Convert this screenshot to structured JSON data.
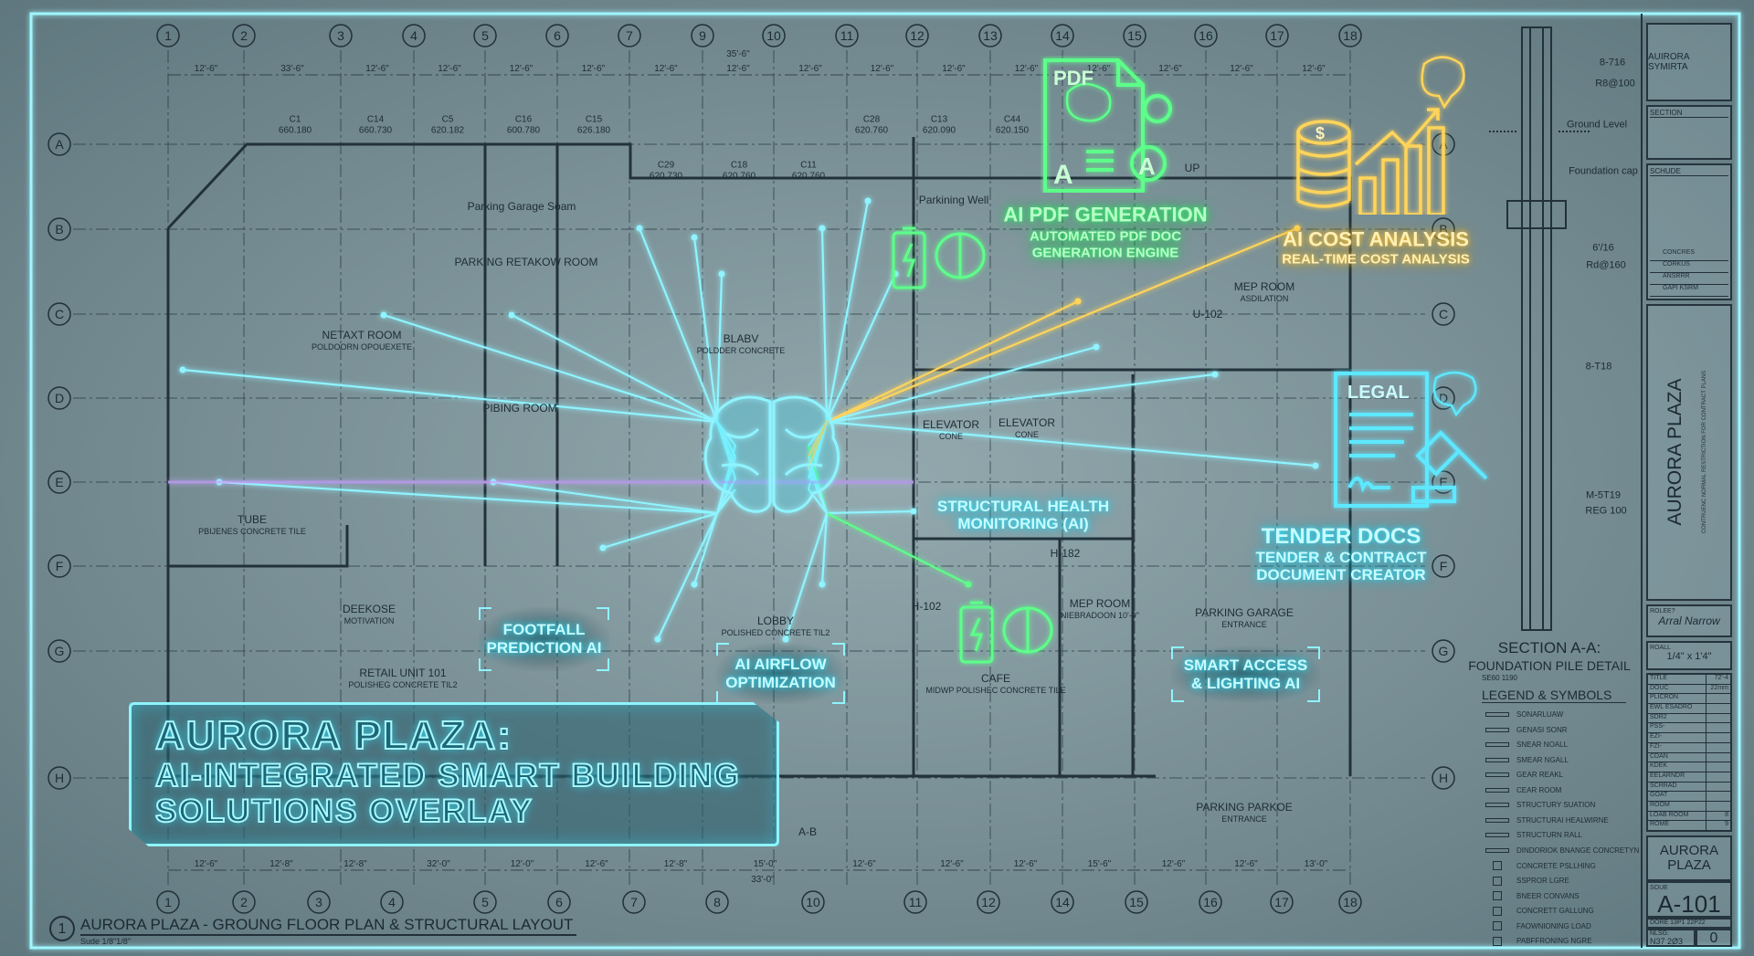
{
  "overlay_title": {
    "line1": "AURORA PLAZA:",
    "line2": "AI-INTEGRATED SMART BUILDING",
    "line3": "SOLUTIONS OVERLAY"
  },
  "drawing_caption": {
    "number": "1",
    "title": "AURORA PLAZA - GROUNG FLOOR PLAN & STRUCTURAL LAYOUT",
    "scale": "Sude 1/8\"1/8\""
  },
  "grid": {
    "top_columns": [
      "1",
      "2",
      "3",
      "4",
      "5",
      "6",
      "7",
      "9",
      "10",
      "11",
      "12",
      "13",
      "14",
      "15",
      "16",
      "17",
      "18"
    ],
    "bottom_columns": [
      "1",
      "2",
      "3",
      "4",
      "5",
      "6",
      "7",
      "8",
      "10",
      "11",
      "12",
      "14",
      "15",
      "16",
      "17",
      "18"
    ],
    "rows": [
      "A",
      "B",
      "C",
      "D",
      "E",
      "F",
      "G",
      "H"
    ],
    "top_dims": [
      "12'-6\"",
      "33'-6\"",
      "12'-6\"",
      "12'-6\"",
      "12'-6\"",
      "12'-6\"",
      "12'-6\"",
      "12'-6\"",
      "12'-6\"",
      "12'-6\"",
      "12'-6\"",
      "12'-6\"",
      "12'-6\"",
      "12'-6\"",
      "12'-6\"",
      "12'-6\""
    ],
    "top_total": "35'-6\"",
    "bottom_dims": [
      "12'-6\"",
      "12'-8\"",
      "12'-8\"",
      "32'-0\"",
      "12'-0\"",
      "12'-6\"",
      "12'-8\"",
      "15'-0\"",
      "12'-6\"",
      "12'-6\"",
      "12'-6\"",
      "15'-6\"",
      "12'-6\"",
      "12'-6\"",
      "13'-0\""
    ],
    "bottom_total": "33'-0\""
  },
  "columns": [
    {
      "id": "C1",
      "size": "660.180"
    },
    {
      "id": "C14",
      "size": "660.730"
    },
    {
      "id": "C5",
      "size": "620.182"
    },
    {
      "id": "C16",
      "size": "600.780"
    },
    {
      "id": "C15",
      "size": "626.180"
    },
    {
      "id": "C29",
      "size": "620.730"
    },
    {
      "id": "C18",
      "size": "620.760"
    },
    {
      "id": "C11",
      "size": "620.760"
    },
    {
      "id": "C28",
      "size": "620.760"
    },
    {
      "id": "C13",
      "size": "620.090"
    },
    {
      "id": "C44",
      "size": "620.150"
    }
  ],
  "rooms": [
    {
      "name": "Parking Garage Soam",
      "sub": ""
    },
    {
      "name": "NETAXT ROOM",
      "sub": "POLDOORN OPOUEXETE"
    },
    {
      "name": "PARKING RETAKOW ROOM",
      "sub": ""
    },
    {
      "name": "BLABV",
      "sub": "POLDDER CONCRETE"
    },
    {
      "name": "Parkining Well",
      "sub": ""
    },
    {
      "name": "MEP ROOM",
      "sub": "ASDILATION"
    },
    {
      "name": "PIBING ROOM",
      "sub": ""
    },
    {
      "name": "TUBE",
      "sub": "PBIJENES CONCRETE TILE"
    },
    {
      "name": "RETAIL UNIT 101",
      "sub": "POLISHEG CONCRETE TIL2"
    },
    {
      "name": "LOBBY",
      "sub": "POLISHED CONCRETE TIL2"
    },
    {
      "name": "CAFE",
      "sub": "MIDWP POLISHEC CONCRETE TILE"
    },
    {
      "name": "MEP ROOM",
      "sub": "NIEBRADOON 10'-0\""
    },
    {
      "name": "PARKING GARAGE",
      "sub": "ENTRANCE"
    },
    {
      "name": "PARKING PARKOE",
      "sub": "ENTRANCE"
    },
    {
      "name": "ELEVATOR",
      "sub": "CONE"
    },
    {
      "name": "ELEVATOR",
      "sub": "CONE"
    },
    {
      "name": "DEEKOSE",
      "sub": "MOTIVATION"
    },
    {
      "name": "UP",
      "sub": ""
    },
    {
      "name": "H-102",
      "sub": ""
    },
    {
      "name": "H-182",
      "sub": ""
    },
    {
      "name": "U-102",
      "sub": ""
    },
    {
      "name": "A-B",
      "sub": ""
    }
  ],
  "ai_features": {
    "pdf": {
      "icon_label": "PDF",
      "title": "AI PDF GENERATION",
      "subtitle1": "AUTOMATED PDF DOC",
      "subtitle2": "GENERATION ENGINE",
      "color": "#3dff7a"
    },
    "cost": {
      "title": "AI COST ANALYSIS",
      "subtitle": "REAL-TIME COST ANALYSIS",
      "color": "#ffc83a"
    },
    "tender": {
      "icon_label": "LEGAL",
      "title": "TENDER DOCS",
      "subtitle1": "TENDER & CONTRACT",
      "subtitle2": "DOCUMENT CREATOR",
      "color": "#5de8ff"
    },
    "structural": {
      "line1": "STRUCTURAL HEALTH",
      "line2": "MONITORING (AI)"
    },
    "footfall": {
      "line1": "FOOTFALL",
      "line2": "PREDICTION AI"
    },
    "airflow": {
      "line1": "AI AIRFLOW",
      "line2": "OPTIMIZATION"
    },
    "access": {
      "line1": "SMART ACCESS",
      "line2": "& LIGHTING AI"
    },
    "accent": "#2ee6ff"
  },
  "section": {
    "callouts": [
      "8-716",
      "R8@100",
      "Ground Level",
      "Foundation cap",
      "6'/16",
      "Rd@160",
      "8-T18",
      "M-5T19",
      "REG 100"
    ],
    "heading": "SECTION A-A:",
    "subheading": "FOUNDATION PILE DETAIL",
    "scale": "SE60 1190",
    "legend_title": "LEGEND & SYMBOLS",
    "legend": [
      "SONARLUAW",
      "GENASI SONR",
      "SNEAR NOALL",
      "SMEAR NGALL",
      "GEAR REAKL",
      "CEAR ROOM",
      "STRUCTURY SUATION",
      "STRUCTURAI HEALWIRNE",
      "STRUCTURN RALL",
      "DINDORIOK BNANGE CONCRETYN",
      "CONCRETE PSLLHING",
      "SSPROR LGRE",
      "BNEER CONVANS",
      "CONCRETT GALLUNG",
      "FAOWNIONING LOAD",
      "PABFFRONING NGRE"
    ]
  },
  "title_block": {
    "firm": "AUIRORA SYMIRTA",
    "section_label": "SECTION",
    "schedule_label": "SCHUDE",
    "schedule_rows": [
      "CONCRES",
      "CORKUS",
      "ANSRRR",
      "GAPI KSRM"
    ],
    "project_vertical": "AURORA PLAZA",
    "project_note": "CONTRUENC NORMAL RESTRICTION FOR CONTRACT PLANS",
    "role_label": "ROLEE?",
    "role_value": "Arral Narrow",
    "scale_label": "ROALL",
    "scale_value": "1/4\" x 1'4\"",
    "table": [
      [
        "TITLE",
        "72'-4"
      ],
      [
        "DOUC",
        "22mm"
      ],
      [
        "PLICRON",
        ""
      ],
      [
        "EWL ESADRO",
        ""
      ],
      [
        "SDR2",
        ""
      ],
      [
        "PSS-",
        ""
      ],
      [
        "EZI-",
        ""
      ],
      [
        "FZI-",
        ""
      ],
      [
        "CDAN",
        ""
      ],
      [
        "KDEK",
        ""
      ],
      [
        "EELARNDR",
        ""
      ],
      [
        "SCRRAD",
        ""
      ],
      [
        "GOAT",
        ""
      ],
      [
        "ROOM",
        ""
      ],
      [
        "LOAB ROOM",
        "8"
      ],
      [
        "ROME",
        "9"
      ]
    ],
    "project": "AURORA PLAZA",
    "sheet_label": "SOUE",
    "sheet": "A-101",
    "date": "DORE 13P1 22P22",
    "drawn_label": "NLSG:",
    "drawn": "N37 2Ø3",
    "revision": "0"
  }
}
